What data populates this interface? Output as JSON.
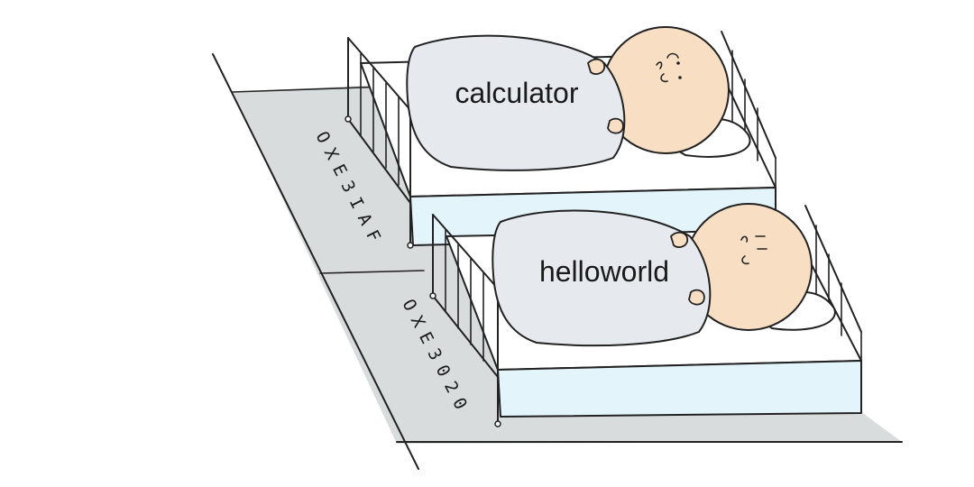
{
  "memory_slots": [
    {
      "address": "OXE3IAF",
      "program": "calculator"
    },
    {
      "address": "OXE3020",
      "program": "helloworld"
    }
  ],
  "colors": {
    "floor": "#d9dcdc",
    "mattress_side": "#e3f4fb",
    "mattress_top": "#ffffff",
    "blanket": "#e6e9ee",
    "face": "#f8dfc4",
    "ink": "#222222"
  }
}
